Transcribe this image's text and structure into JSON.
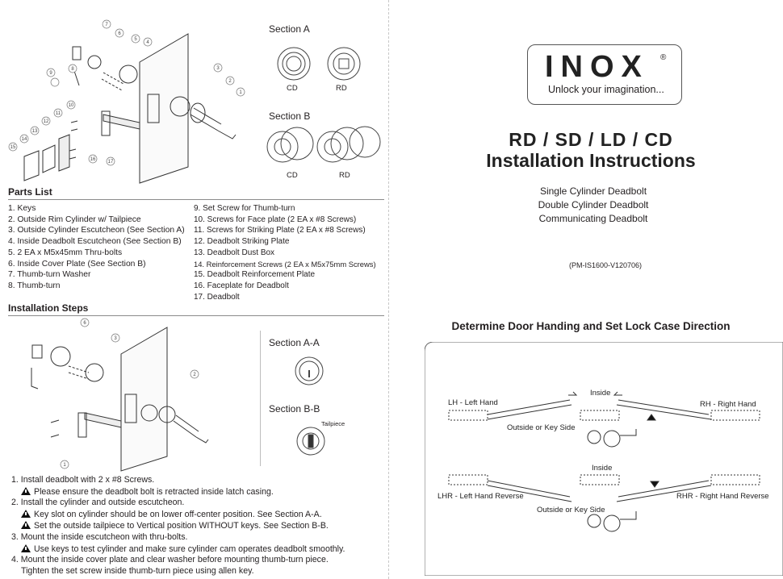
{
  "left": {
    "parts_list_heading": "Parts List",
    "parts_col1": [
      "1. Keys",
      "2. Outside Rim Cylinder w/ Tailpiece",
      "3. Outside Cylinder Escutcheon (See Section A)",
      "4. Inside Deadbolt Escutcheon (See Section B)",
      "5. 2 EA x M5x45mm Thru-bolts",
      "6. Inside Cover Plate (See Section B)",
      "7. Thumb-turn Washer",
      "8. Thumb-turn"
    ],
    "parts_col2": [
      "9. Set Screw for Thumb-turn",
      "10. Screws for Face plate (2 EA x #8 Screws)",
      "11. Screws for Striking Plate (2 EA x #8 Screws)",
      "12. Deadbolt Striking Plate",
      "13. Deadbolt Dust Box",
      "14. Reinforcement Screws (2 EA x M5x75mm Screws)",
      "15. Deadbolt Reinforcement Plate",
      "16. Faceplate for Deadbolt",
      "17. Deadbolt"
    ],
    "install_heading": "Installation Steps",
    "steps": [
      {
        "text": "1. Install deadbolt  with 2 x #8 Screws.",
        "warn": false,
        "indent": false
      },
      {
        "text": "Please ensure the deadbolt bolt is retracted inside latch casing.",
        "warn": true,
        "indent": true
      },
      {
        "text": "2. Install the cylinder and outside escutcheon.",
        "warn": false,
        "indent": false
      },
      {
        "text": "Key slot on cylinder should be on lower off-center position. See Section A-A.",
        "warn": true,
        "indent": true
      },
      {
        "text": "Set the outside tailpiece to Vertical position WITHOUT keys. See Section B-B.",
        "warn": true,
        "indent": true
      },
      {
        "text": "3. Mount the inside escutcheon with thru-bolts.",
        "warn": false,
        "indent": false
      },
      {
        "text": "Use keys to test cylinder and make sure cylinder cam operates deadbolt smoothly.",
        "warn": true,
        "indent": true
      },
      {
        "text": "4. Mount the inside cover plate and clear washer before mounting thumb-turn piece.",
        "warn": false,
        "indent": false
      },
      {
        "text": "Tighten the set screw inside thumb-turn piece using allen key.",
        "warn": false,
        "indent": true
      }
    ],
    "section_a": "Section A",
    "section_b": "Section B",
    "section_aa": "Section A-A",
    "section_bb": "Section B-B",
    "label_cd": "CD",
    "label_rd": "RD",
    "label_tailpiece": "Tailpiece",
    "callouts_top": [
      "7",
      "6",
      "5",
      "4",
      "8",
      "9",
      "3",
      "2",
      "1",
      "10",
      "11",
      "12",
      "13",
      "14",
      "15",
      "16",
      "17"
    ],
    "callouts_bottom": [
      "6",
      "3",
      "2",
      "1"
    ]
  },
  "right": {
    "logo": "INOX",
    "logo_reg": "®",
    "tagline": "Unlock your imagination...",
    "title_line1": "RD / SD / LD / CD",
    "title_line2": "Installation Instructions",
    "subtitles": [
      "Single Cylinder Deadbolt",
      "Double Cylinder Deadbolt",
      "Communicating Deadbolt"
    ],
    "doc_code": "(PM-IS1600-V120706)",
    "handing_heading": "Determine Door Handing and Set Lock Case Direction",
    "diagram": {
      "inside_top": "Inside",
      "lh": "LH - Left Hand",
      "rh": "RH - Right Hand",
      "outside_top": "Outside or Key Side",
      "inside_bottom": "Inside",
      "lhr": "LHR - Left Hand Reverse",
      "rhr": "RHR - Right Hand Reverse",
      "outside_bottom": "Outside or Key Side"
    }
  }
}
